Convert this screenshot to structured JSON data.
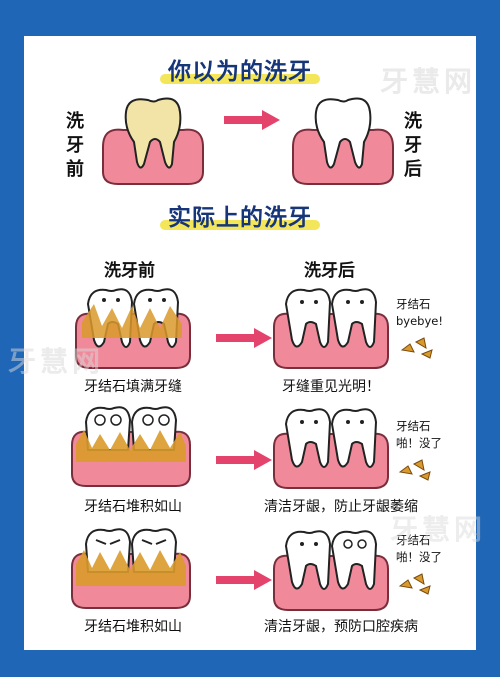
{
  "title_think": "你以为的洗牙",
  "title_actual": "实际上的洗牙",
  "label_before_top": "洗牙前",
  "label_after_top": "洗牙后",
  "col_before": "洗牙前",
  "col_after": "洗牙后",
  "rows": [
    {
      "caption_before": "牙结石填满牙缝",
      "caption_after": "牙缝重见光明！",
      "note": [
        "牙结石",
        "byebye!"
      ]
    },
    {
      "caption_before": "牙结石堆积如山",
      "caption_after": "清洁牙龈，防止牙龈萎缩",
      "note": [
        "牙结石",
        "啪！没了"
      ]
    },
    {
      "caption_before": "牙结石堆积如山",
      "caption_after": "清洁牙龈，预防口腔疾病",
      "note": [
        "牙结石",
        "啪！没了"
      ]
    }
  ],
  "watermark": "牙慧网",
  "colors": {
    "frame": "#1f66b7",
    "title": "#17367a",
    "highlight": "#f3e65a",
    "gum": "#f08a9b",
    "arrow": "#e4436b",
    "tartar": "#d99a2b"
  }
}
